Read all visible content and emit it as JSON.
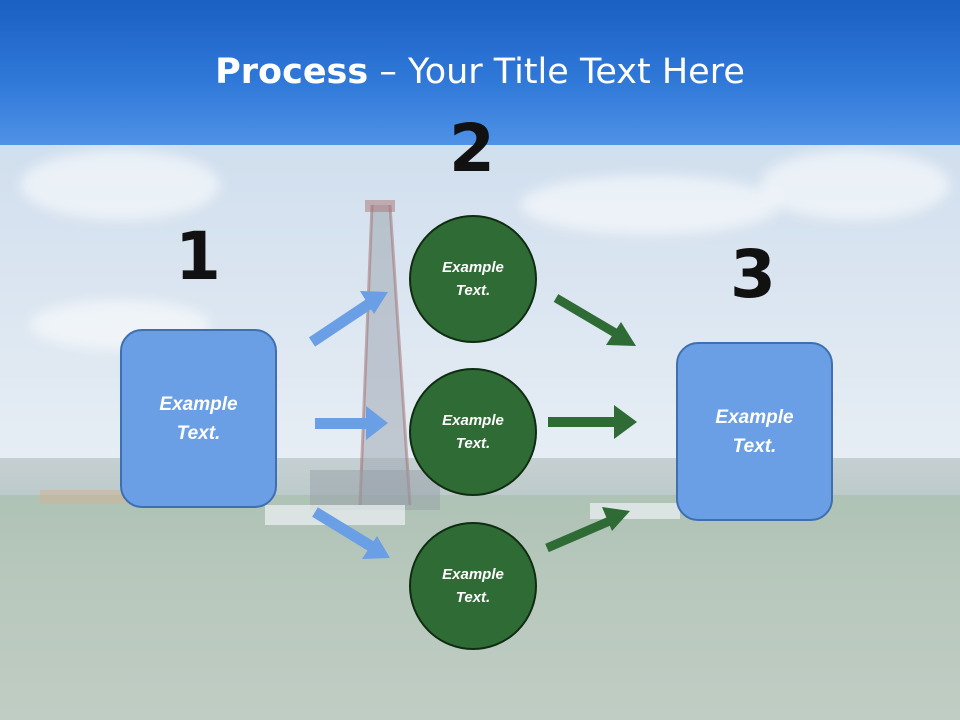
{
  "slide": {
    "title_bold": "Process",
    "title_rest": " – Your Title Text Here"
  },
  "steps": {
    "step1_number": "1",
    "step2_number": "2",
    "step3_number": "3"
  },
  "boxes": {
    "left": "Example\nText.",
    "right": "Example\nText."
  },
  "circles": [
    "Example\nText.",
    "Example\nText.",
    "Example\nText."
  ],
  "colors": {
    "title_bar": "#2f78d8",
    "box_fill": "#6a9fe6",
    "circle_fill": "#2f6b34",
    "arrow_blue": "#6a9fe6",
    "arrow_green": "#2f6b34"
  }
}
